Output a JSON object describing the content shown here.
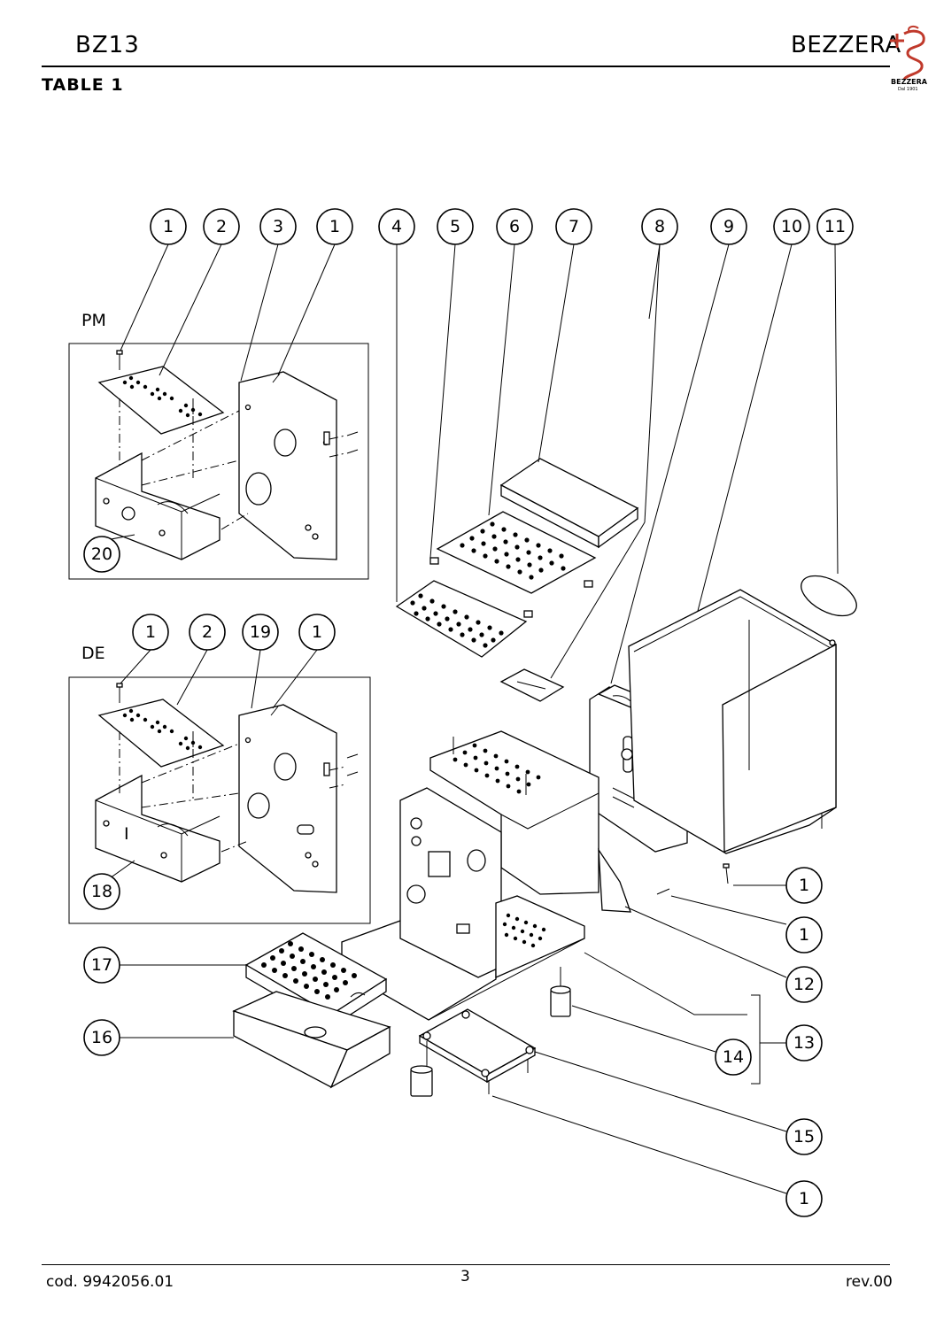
{
  "header": {
    "model": "BZ13",
    "brand": "BEZZERA",
    "table_title": "TABLE 1",
    "logo_text": "BEZZERA",
    "logo_subtext": "Dal 1901"
  },
  "insets": {
    "pm_label": "PM",
    "de_label": "DE",
    "de_marker": "I"
  },
  "callouts": [
    {
      "id": "c1a",
      "label": "1"
    },
    {
      "id": "c2a",
      "label": "2"
    },
    {
      "id": "c3",
      "label": "3"
    },
    {
      "id": "c1b",
      "label": "1"
    },
    {
      "id": "c4",
      "label": "4"
    },
    {
      "id": "c5",
      "label": "5"
    },
    {
      "id": "c6",
      "label": "6"
    },
    {
      "id": "c7",
      "label": "7"
    },
    {
      "id": "c8",
      "label": "8"
    },
    {
      "id": "c9",
      "label": "9"
    },
    {
      "id": "c10",
      "label": "10"
    },
    {
      "id": "c11",
      "label": "11"
    },
    {
      "id": "c20",
      "label": "20"
    },
    {
      "id": "c1c",
      "label": "1"
    },
    {
      "id": "c2b",
      "label": "2"
    },
    {
      "id": "c19",
      "label": "19"
    },
    {
      "id": "c1d",
      "label": "1"
    },
    {
      "id": "c18",
      "label": "18"
    },
    {
      "id": "c1e",
      "label": "1"
    },
    {
      "id": "c1f",
      "label": "1"
    },
    {
      "id": "c12",
      "label": "12"
    },
    {
      "id": "c17",
      "label": "17"
    },
    {
      "id": "c16",
      "label": "16"
    },
    {
      "id": "c13",
      "label": "13"
    },
    {
      "id": "c14",
      "label": "14"
    },
    {
      "id": "c15",
      "label": "15"
    },
    {
      "id": "c1g",
      "label": "1"
    }
  ],
  "footer": {
    "code": "cod. 9942056.01",
    "page": "3",
    "revision": "rev.00"
  },
  "colors": {
    "ink": "#000000",
    "logo_red": "#c0392b"
  }
}
